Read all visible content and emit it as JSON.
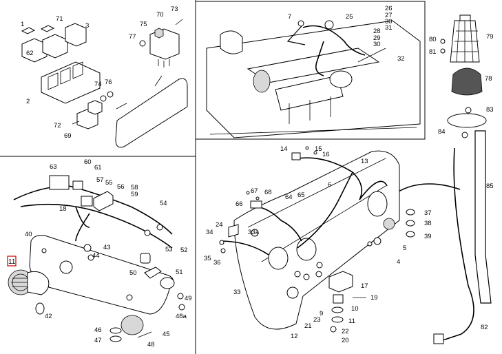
{
  "diagram": {
    "highlighted_label": "11",
    "panel_1_labels": [
      "1",
      "3",
      "2",
      "62",
      "71",
      "70",
      "73",
      "75",
      "77",
      "72",
      "74",
      "76",
      "69"
    ],
    "panel_2_labels": [
      "7",
      "25",
      "26",
      "27",
      "30",
      "31",
      "28",
      "29",
      "30",
      "32"
    ],
    "panel_3_labels": [
      "79",
      "80",
      "81",
      "78",
      "83",
      "84",
      "85",
      "82"
    ],
    "panel_4_labels": [
      "63",
      "60",
      "61",
      "57",
      "56",
      "58",
      "59",
      "55",
      "18",
      "54",
      "40",
      "43",
      "44",
      "53",
      "52",
      "51",
      "46",
      "47",
      "45",
      "48",
      "50",
      "49",
      "48a",
      "42"
    ],
    "panel_5_labels": [
      "14",
      "15",
      "16",
      "13",
      "67",
      "68",
      "66",
      "6",
      "64",
      "65",
      "24",
      "34",
      "33a",
      "35",
      "36",
      "33",
      "37",
      "38",
      "39",
      "5",
      "4",
      "17",
      "19",
      "10",
      "11",
      "9",
      "23",
      "21",
      "22",
      "20",
      "12"
    ]
  }
}
